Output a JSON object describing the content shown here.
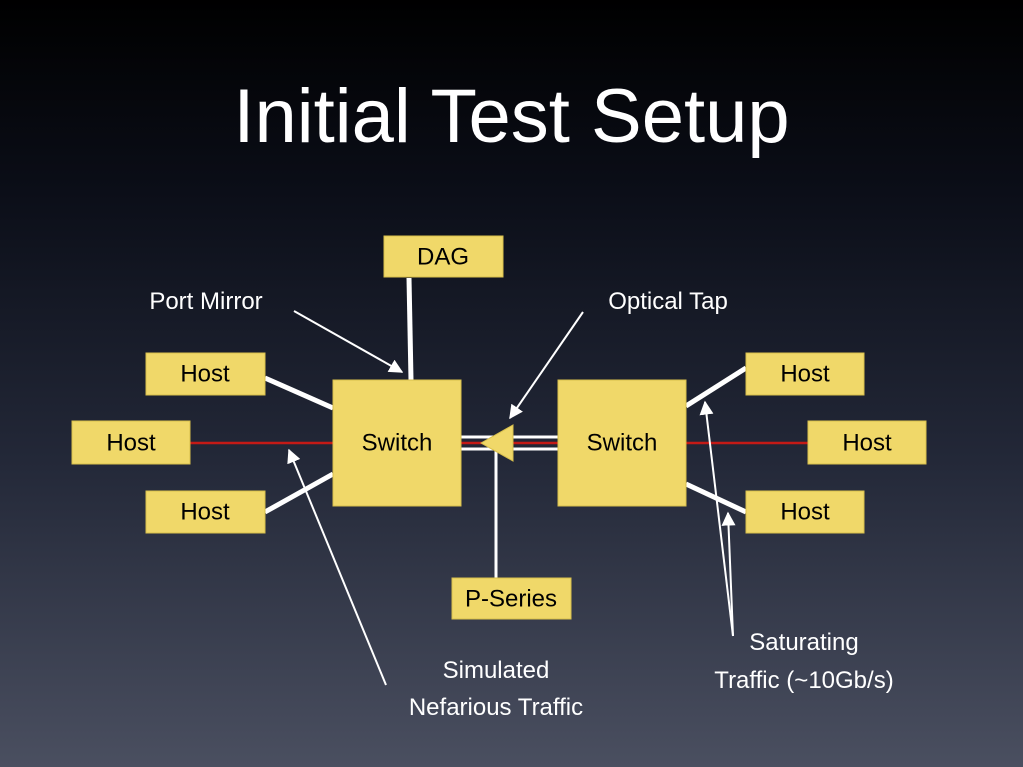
{
  "slide": {
    "title": "Initial Test Setup"
  },
  "nodes": {
    "dag": "DAG",
    "switch_left": "Switch",
    "switch_right": "Switch",
    "p_series": "P-Series",
    "host": "Host"
  },
  "annotations": {
    "port_mirror": "Port Mirror",
    "optical_tap": "Optical Tap",
    "simulated_line1": "Simulated",
    "simulated_line2": "Nefarious Traffic",
    "saturating_line1": "Saturating",
    "saturating_line2": "Traffic (~10Gb/s)"
  },
  "colors": {
    "box_fill": "#f0d869",
    "nefarious_link": "#c41a16",
    "link": "#ffffff",
    "text": "#ffffff"
  }
}
